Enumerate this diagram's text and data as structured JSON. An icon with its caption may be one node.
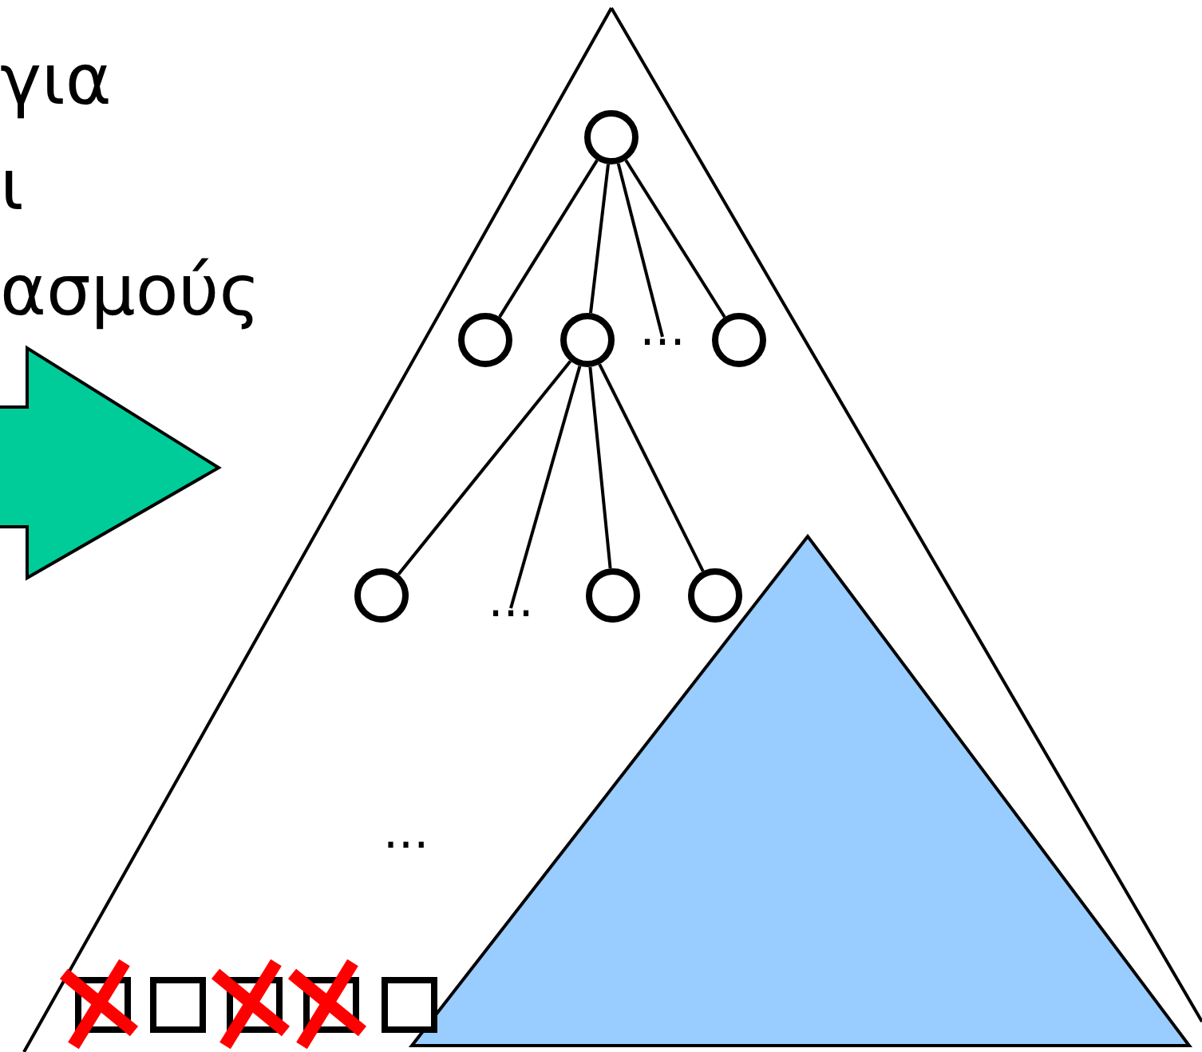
{
  "diagram": {
    "nodes": [
      {
        "text": [],
        "shape": "circle"
      },
      {
        "text": [],
        "shape": "circle"
      },
      {
        "text": [],
        "shape": "circle"
      },
      {
        "text": [
          "..."
        ]
      },
      {
        "text": [],
        "shape": "circle"
      },
      {
        "text": [],
        "shape": "circle"
      },
      {
        "text": [
          "..."
        ]
      },
      {
        "text": [],
        "shape": "circle"
      },
      {
        "text": [],
        "shape": "circle"
      },
      {
        "text": [],
        "shape": "box"
      },
      {
        "text": [],
        "shape": "box"
      },
      {
        "text": [],
        "shape": "box"
      },
      {
        "text": [],
        "shape": "box"
      },
      {
        "text": [],
        "shape": "box"
      }
    ],
    "edges": [
      {
        "from": 0,
        "to": 1,
        "arrow": "none"
      },
      {
        "from": 0,
        "to": 2,
        "arrow": "none"
      },
      {
        "from": 0,
        "to": 3,
        "arrow": "none"
      },
      {
        "from": 0,
        "to": 4,
        "arrow": "none"
      },
      {
        "from": 2,
        "to": 5,
        "arrow": "none"
      },
      {
        "from": 2,
        "to": 6,
        "arrow": "none"
      },
      {
        "from": 2,
        "to": 7,
        "arrow": "none"
      },
      {
        "from": 2,
        "to": 8,
        "arrow": "none"
      }
    ],
    "labels": [
      "για ι ασμούς",
      "..."
    ]
  }
}
